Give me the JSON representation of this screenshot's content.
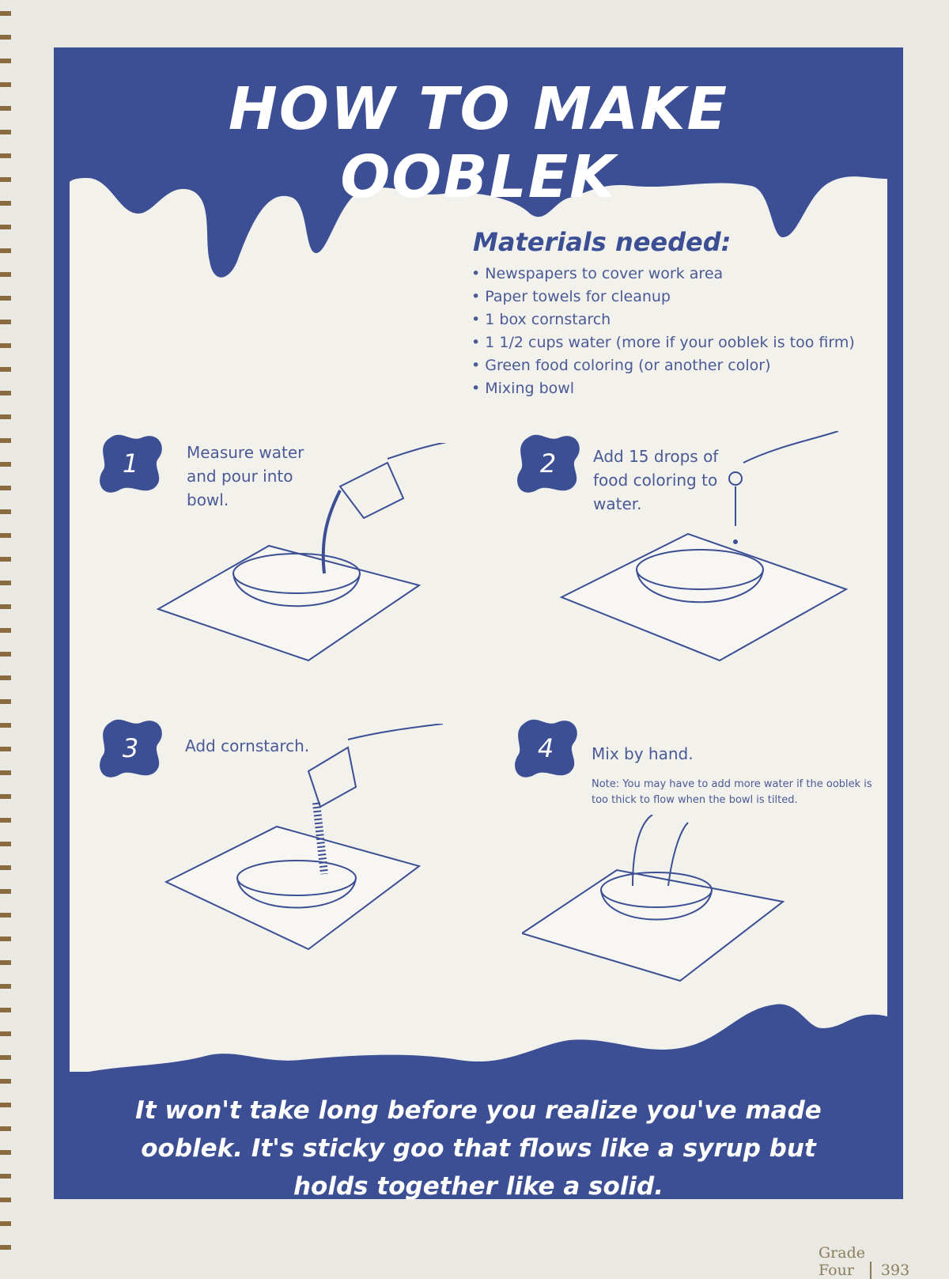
{
  "title": "HOW TO MAKE OOBLEK",
  "materials": {
    "heading": "Materials needed:",
    "items": [
      "Newspapers to cover work area",
      "Paper towels for cleanup",
      "1 box cornstarch",
      "1 1/2 cups water (more if your ooblek is too firm)",
      "Green food coloring (or another color)",
      "Mixing bowl"
    ]
  },
  "steps": [
    {
      "number": "1",
      "text": "Measure water and pour into bowl."
    },
    {
      "number": "2",
      "text": "Add 15 drops of food coloring to water."
    },
    {
      "number": "3",
      "text": "Add cornstarch."
    },
    {
      "number": "4",
      "text": "Mix by hand.",
      "note": "Note: You may have to add more water if the ooblek is too thick to flow when the bowl is tilted."
    }
  ],
  "closing": "It won't take long before you realize you've made ooblek. It's sticky goo that flows like a syrup but holds together like a solid.",
  "footer": {
    "section": "Grade Four",
    "page": "393"
  },
  "colors": {
    "primary_blue": "#3c4f94",
    "paper": "#e9e8e2",
    "panel": "#f2f1ec"
  }
}
